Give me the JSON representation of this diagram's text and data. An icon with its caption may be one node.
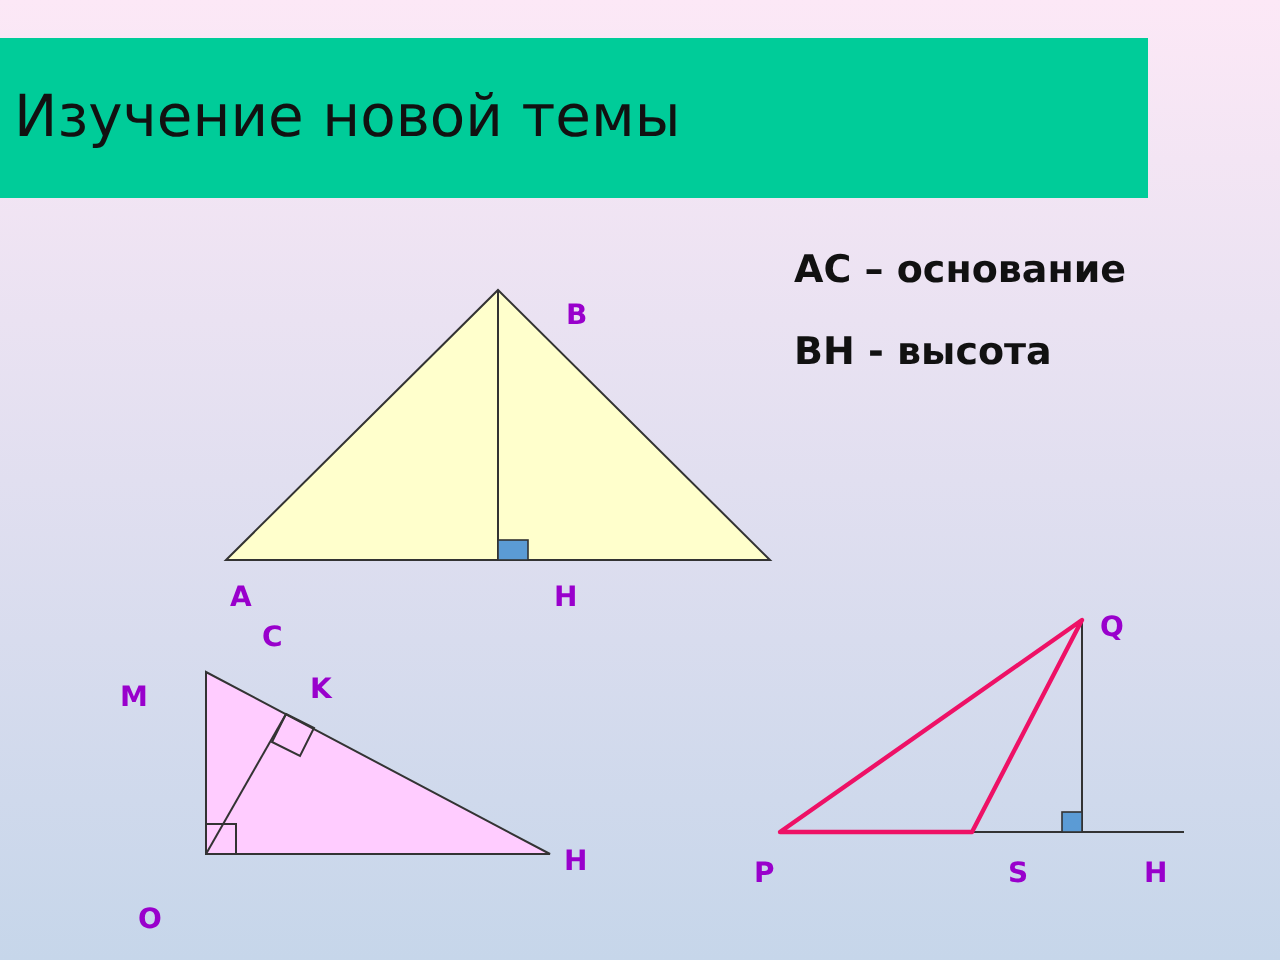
{
  "diagram": {
    "title": "Изучение новой темы",
    "labels": [
      "AC – основание",
      "B",
      "BH - высота",
      "A",
      "H",
      "Q",
      "C",
      "K",
      "M",
      "H",
      "P",
      "S",
      "H",
      "O"
    ]
  }
}
